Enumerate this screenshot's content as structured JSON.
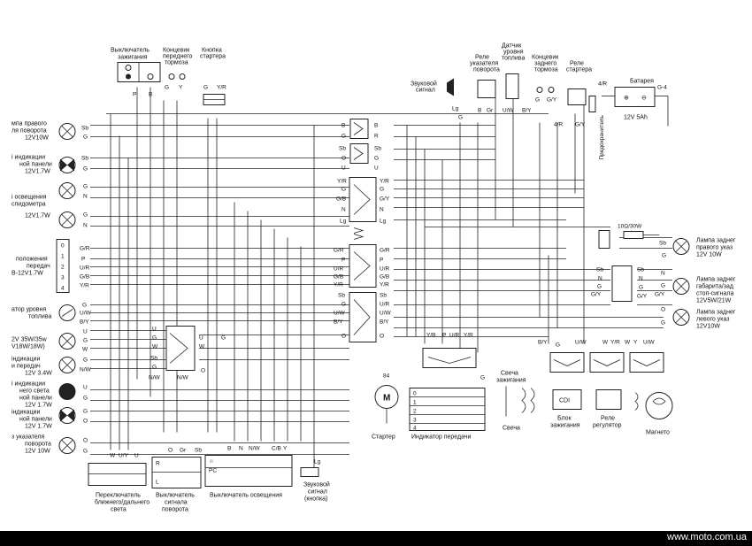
{
  "top_components": {
    "ignition_switch": [
      "Выключатель",
      "зажигания"
    ],
    "front_brake_switch": [
      "Концевик",
      "переднего",
      "тормоза"
    ],
    "starter_button": [
      "Кнопка",
      "стартера"
    ],
    "horn": [
      "Звуковой",
      "сигнал"
    ],
    "turn_relay": [
      "Реле",
      "указателя",
      "поворота"
    ],
    "fuel_sensor": [
      "Датчик",
      "уровня",
      "топлива"
    ],
    "rear_brake_switch": [
      "Концевик",
      "заднего",
      "тормоза"
    ],
    "starter_relay": [
      "Реле",
      "стартера"
    ],
    "fuse": "Предохранитель",
    "battery": "Батарея",
    "battery_spec": "12V 5Ah",
    "battery_wire": "G-4",
    "fuse_wire": "4/R"
  },
  "left_lamps": [
    {
      "lines": [
        "мпа правого",
        "ля поворота",
        "12V10W"
      ],
      "wires": [
        "Sb",
        "G"
      ]
    },
    {
      "lines": [
        "і индикации",
        "ной панели",
        "12V1.7W"
      ],
      "wires": [
        "Sb",
        "G"
      ]
    },
    {
      "lines": [
        "і освещения",
        "спидометра"
      ],
      "wires": [
        "G",
        "N"
      ]
    },
    {
      "lines": [
        "12V1.7W"
      ],
      "wires": [
        "G",
        "N"
      ]
    },
    {
      "lines": [
        "положения",
        "передач",
        "В-12V1.7W"
      ],
      "wires": [
        "G/R",
        "P",
        "U/R",
        "G/B",
        "Y/R"
      ]
    },
    {
      "lines": [
        "атор уровня",
        "топлива"
      ],
      "wires": [
        "G",
        "U/W",
        "B/Y"
      ]
    },
    {
      "lines": [
        "2V 35W/35w",
        "V18W/18W)"
      ],
      "wires": [
        "U",
        "G",
        "W"
      ]
    },
    {
      "lines": [
        "індикации",
        "и передач",
        "12V 3.4W"
      ],
      "wires": [
        "G",
        "N/W"
      ]
    },
    {
      "lines": [
        "і индикации",
        "него света",
        "ной панели"
      ],
      "wires": [
        "U",
        "G"
      ]
    },
    {
      "lines": [
        "12V 1.7W",
        "індикации",
        "ной панели",
        "12V 1.7W"
      ],
      "wires": [
        "G",
        "O"
      ]
    },
    {
      "lines": [
        "з указателя",
        "поворота",
        "12V 10W"
      ],
      "wires": [
        "O",
        "G"
      ]
    }
  ],
  "gear_positions": [
    "0",
    "1",
    "2",
    "3",
    "4"
  ],
  "bottom_switches": {
    "dimmer": [
      "Переключатель",
      "ближнего/дальнего",
      "света"
    ],
    "dimmer_wires": [
      "W",
      "U/Y",
      "U"
    ],
    "turn_switch": [
      "Выключатель",
      "сигнала",
      "поворота"
    ],
    "turn_switch_wires": [
      "O",
      "Gr",
      "Sb"
    ],
    "turn_switch_positions": [
      "R",
      "L"
    ],
    "light_switch": [
      "Выключатель освещения"
    ],
    "light_switch_wires": [
      "B",
      "N",
      "N/W",
      "C/B",
      "Y"
    ],
    "light_switch_positions": [
      "PC"
    ],
    "horn_button": [
      "Звуковой",
      "сигнал",
      "(кнопка)"
    ],
    "horn_button_wires": [
      "Lg"
    ]
  },
  "bottom_center": {
    "starter": "Стартер",
    "starter_motor": "M",
    "starter_wire": "84",
    "gear_indicator": "Индикатор передачи",
    "gear_indicator_rows": [
      "0",
      "1",
      "2",
      "3",
      "4"
    ],
    "gear_indicator_wires": [
      "Y/B",
      "P",
      "U/R",
      "Y/R",
      "G"
    ],
    "spark_plug_top": [
      "Свеча",
      "зажигания"
    ],
    "spark_plug": "Свеча",
    "cdi": "CDI",
    "ignition_block": [
      "Блок",
      "зажигания"
    ],
    "regulator": [
      "Реле",
      "регулятор"
    ],
    "magneto": "Магнето",
    "cdi_wires": [
      "B/Y",
      "G",
      "U/W",
      "W",
      "Y/R",
      "W",
      "Y",
      "U/W"
    ]
  },
  "right_lamps": [
    {
      "lines": [
        "Лампа заднег",
        "правого указ",
        "12V 10W"
      ],
      "wires": [
        "Sb",
        "G"
      ]
    },
    {
      "lines": [
        "Лампа заднег",
        "габарита/зад",
        "стоп-сигнала",
        "12V5W/21W"
      ],
      "wires": [
        "N",
        "G",
        "G/Y"
      ]
    },
    {
      "lines": [
        "Лампа заднег",
        "левого указ",
        "12V10W"
      ],
      "wires": [
        "O",
        "G"
      ]
    }
  ],
  "resistor": "10Ω/30W",
  "connector_labels_left": [
    "B",
    "G",
    "Sb",
    "O",
    "U",
    "Y/R",
    "G",
    "G/B",
    "N",
    "Lg",
    "G/R",
    "P",
    "U/R",
    "G/B",
    "Y/R",
    "Sb",
    "G",
    "U/W",
    "B/Y",
    "O"
  ],
  "connector_labels_right": [
    "B",
    "R",
    "Sb",
    "G",
    "U",
    "Y/R",
    "G",
    "G/Y",
    "N",
    "Lg",
    "G/R",
    "P",
    "U/R",
    "G/B",
    "Y/R",
    "Sb",
    "U/R",
    "U/W",
    "B/Y",
    "O"
  ],
  "footer_url": "www.moto.com.ua"
}
